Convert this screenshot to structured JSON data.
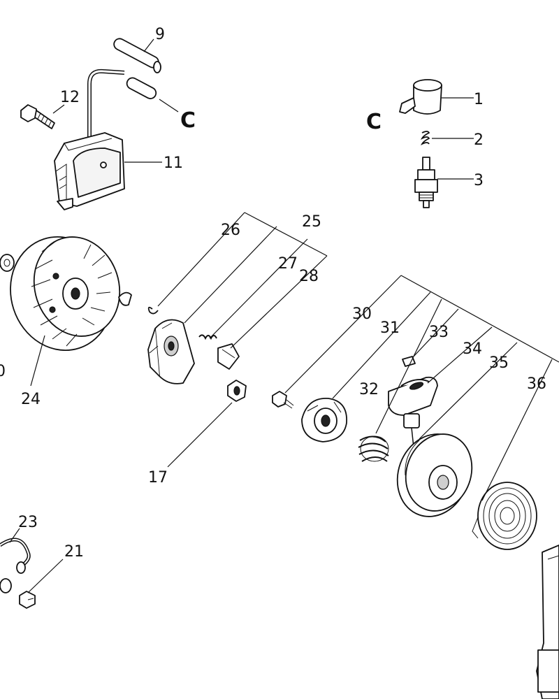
{
  "diagram": {
    "callouts": {
      "c1": "1",
      "c2": "2",
      "c3": "3",
      "c9": "9",
      "c11": "11",
      "c12": "12",
      "c17": "17",
      "c21": "21",
      "c23": "23",
      "c24": "24",
      "c25": "25",
      "c26": "26",
      "c27": "27",
      "c28": "28",
      "c30": "30",
      "c31": "31",
      "c32": "32",
      "c33": "33",
      "c34": "34",
      "c35": "35",
      "c36": "36"
    },
    "connector_label": "C",
    "edge_fragment": "0"
  }
}
